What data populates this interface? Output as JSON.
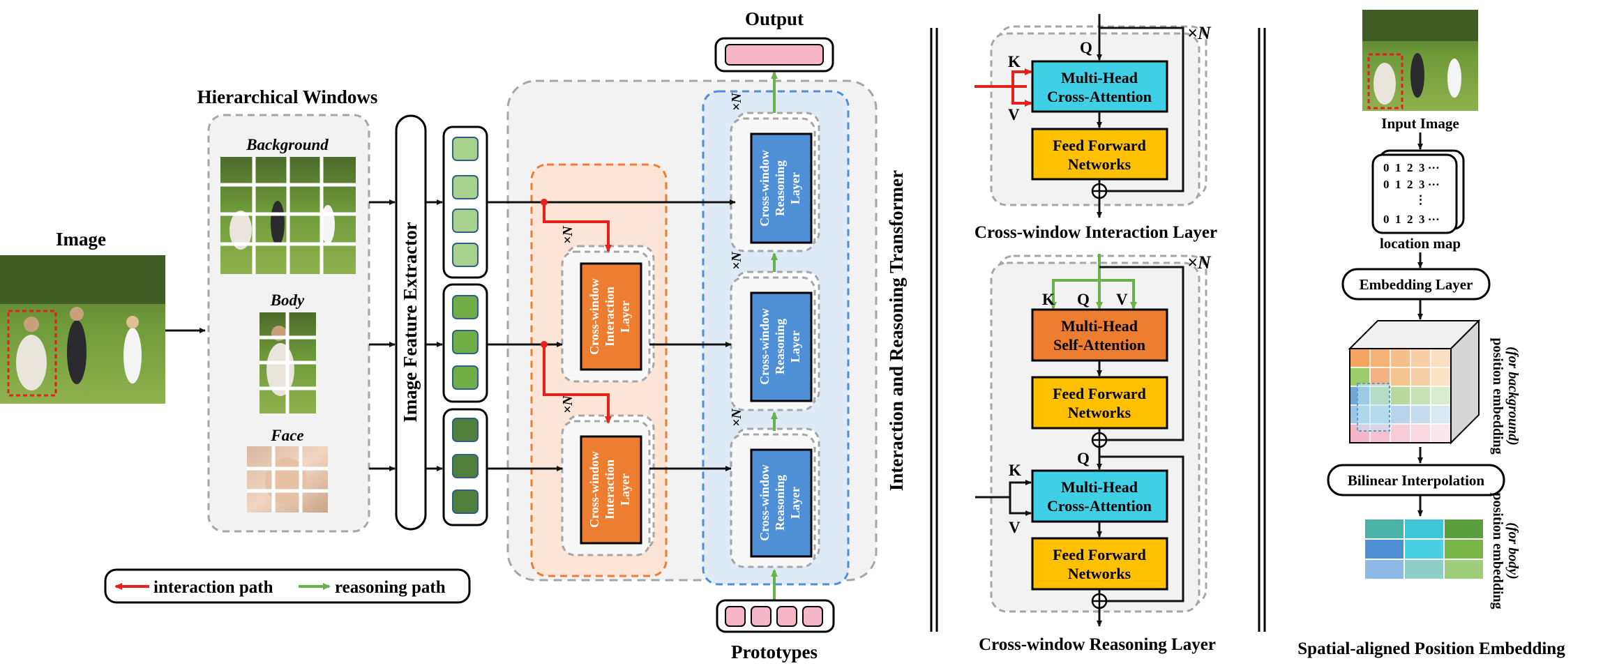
{
  "labels": {
    "image": "Image",
    "hierarchical_windows": "Hierarchical Windows",
    "background": "Background",
    "body": "Body",
    "face": "Face",
    "feature_extractor": "Image Feature Extractor",
    "output": "Output",
    "prototypes": "Prototypes",
    "irt": "Interaction  and Reasoning Transformer",
    "cwi_line1": "Cross-window",
    "cwi_line2": "Interaction",
    "cwi_line3": "Layer",
    "cwr_line1": "Cross-window",
    "cwr_line2": "Reasoning",
    "cwr_line3": "Layer",
    "times_n": "×N",
    "legend_interaction": "interaction path",
    "legend_reasoning": "reasoning path"
  },
  "interaction_layer": {
    "q": "Q",
    "k": "K",
    "v": "V",
    "mhca_line1": "Multi-Head",
    "mhca_line2": "Cross-Attention",
    "ffn_line1": "Feed Forward",
    "ffn_line2": "Networks",
    "title": "Cross-window Interaction Layer"
  },
  "reasoning_layer": {
    "k": "K",
    "q": "Q",
    "v": "V",
    "mhsa_line1": "Multi-Head",
    "mhsa_line2": "Self-Attention",
    "ffn_line1": "Feed Forward",
    "ffn_line2": "Networks",
    "mhca_line1": "Multi-Head",
    "mhca_line2": "Cross-Attention",
    "ffn2_line1": "Feed Forward",
    "ffn2_line2": "Networks",
    "title": "Cross-window Reasoning Layer"
  },
  "position_embedding": {
    "input_image": "Input Image",
    "loc_row1": "0  1  2  3 ···",
    "loc_row2": "0  1  2  3 ···",
    "loc_dots": "⋮",
    "loc_row3": "0  1  2  3 ···",
    "location_map": "location map",
    "embedding_layer": "Embedding Layer",
    "bilinear": "Bilinear Interpolation",
    "side_bg_line1": "position embedding",
    "side_bg_line2": "(for background)",
    "side_body_line1": "position embedding",
    "side_body_line2": "(for body)",
    "title": "Spatial-aligned Position Embedding"
  },
  "colors": {
    "interaction_path": "#e8201c",
    "reasoning_path": "#6ab04c",
    "orange_block": "#ed7d31",
    "blue_block": "#4f8fd6",
    "cyan_block": "#3fd0e6",
    "yellow_block": "#ffc000",
    "pink": "#f7b6c8",
    "grass": "#6e9a3a"
  }
}
